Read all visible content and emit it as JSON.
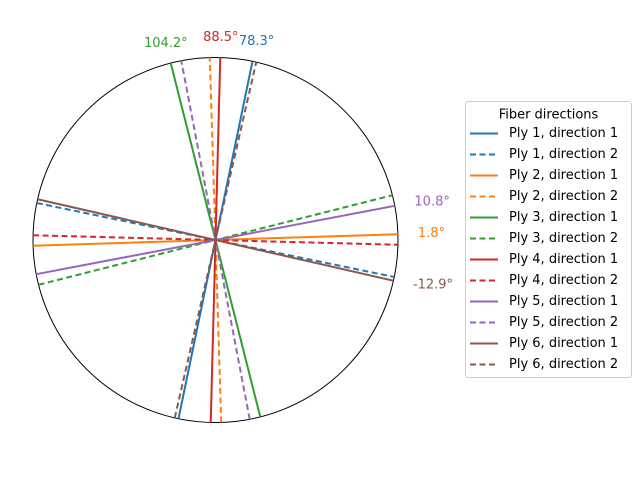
{
  "chart_data": {
    "type": "polar-line",
    "title": "",
    "legend": {
      "title": "Fiber directions",
      "placement": "right"
    },
    "series": [
      {
        "name": "Ply 1, direction 1",
        "angle_deg": 78.3,
        "color": "#1f77b4",
        "style": "solid"
      },
      {
        "name": "Ply 1, direction 2",
        "angle_deg": -11.7,
        "color": "#1f77b4",
        "style": "dashed"
      },
      {
        "name": "Ply 2, direction 1",
        "angle_deg": 1.8,
        "color": "#ff7f0e",
        "style": "solid"
      },
      {
        "name": "Ply 2, direction 2",
        "angle_deg": 91.8,
        "color": "#ff7f0e",
        "style": "dashed"
      },
      {
        "name": "Ply 3, direction 1",
        "angle_deg": 104.2,
        "color": "#2ca02c",
        "style": "solid"
      },
      {
        "name": "Ply 3, direction 2",
        "angle_deg": 14.2,
        "color": "#2ca02c",
        "style": "dashed"
      },
      {
        "name": "Ply 4, direction 1",
        "angle_deg": 88.5,
        "color": "#d62728",
        "style": "solid"
      },
      {
        "name": "Ply 4, direction 2",
        "angle_deg": -1.5,
        "color": "#d62728",
        "style": "dashed"
      },
      {
        "name": "Ply 5, direction 1",
        "angle_deg": 10.8,
        "color": "#9467bd",
        "style": "solid"
      },
      {
        "name": "Ply 5, direction 2",
        "angle_deg": 100.8,
        "color": "#9467bd",
        "style": "dashed"
      },
      {
        "name": "Ply 6, direction 1",
        "angle_deg": -12.9,
        "color": "#8c564b",
        "style": "solid"
      },
      {
        "name": "Ply 6, direction 2",
        "angle_deg": 77.1,
        "color": "#8c564b",
        "style": "dashed"
      }
    ],
    "annotations": [
      {
        "text": "78.3°",
        "angle_deg": 78.3,
        "color": "#1f77b4"
      },
      {
        "text": "1.8°",
        "angle_deg": 1.8,
        "color": "#ff7f0e"
      },
      {
        "text": "104.2°",
        "angle_deg": 104.2,
        "color": "#2ca02c"
      },
      {
        "text": "88.5°",
        "angle_deg": 88.5,
        "color": "#d62728"
      },
      {
        "text": "10.8°",
        "angle_deg": 10.8,
        "color": "#9467bd"
      },
      {
        "text": "-12.9°",
        "angle_deg": -12.9,
        "color": "#8c564b"
      }
    ],
    "grid": false
  }
}
